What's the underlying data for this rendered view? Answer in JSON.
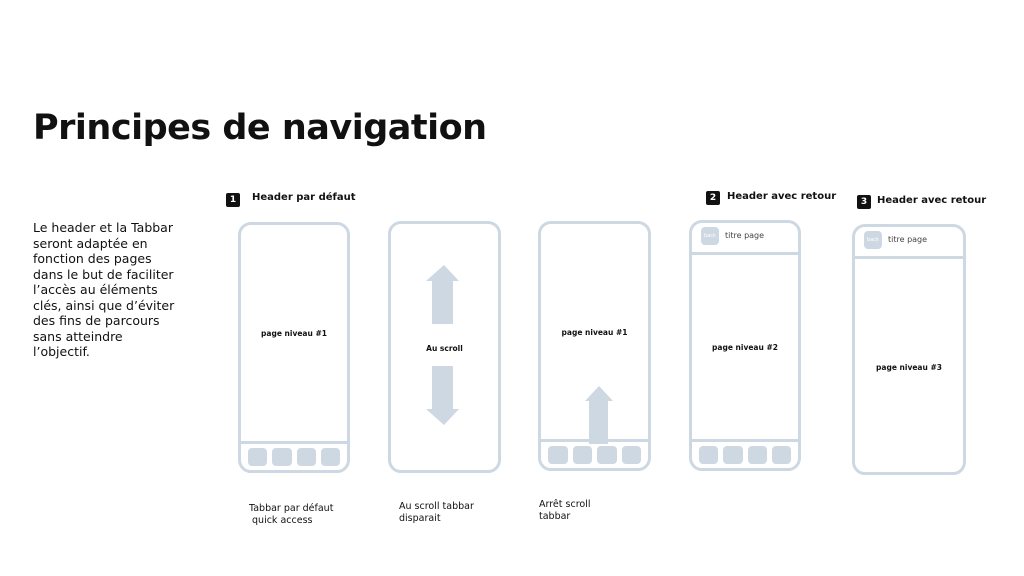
{
  "title": "Principes de navigation",
  "intro": "Le header et la Tabbar seront adaptée en fonction des pages dans le but de faciliter l’accès au éléments clés, ainsi que d’éviter des fins de parcours sans atteindre l’objectif.",
  "steps": [
    {
      "num": "1",
      "label": "Header par défaut"
    },
    {
      "num": "2",
      "label": "Header avec retour"
    },
    {
      "num": "3",
      "label": "Header avec retour"
    }
  ],
  "phones": [
    {
      "label": "page niveau #1",
      "caption": "Tabbar par défaut\n quick access"
    },
    {
      "label": "Au scroll",
      "caption": "Au scroll tabbar\ndisparait"
    },
    {
      "label": "page niveau #1",
      "caption": "Arrêt scroll\ntabbar"
    },
    {
      "label": "page niveau #2",
      "back": "back",
      "header_title": "titre page"
    },
    {
      "label": "page niveau #3",
      "back": "back",
      "header_title": "titre page"
    }
  ],
  "colors": {
    "wireframe": "#cdd8e3",
    "badge": "#111111"
  }
}
